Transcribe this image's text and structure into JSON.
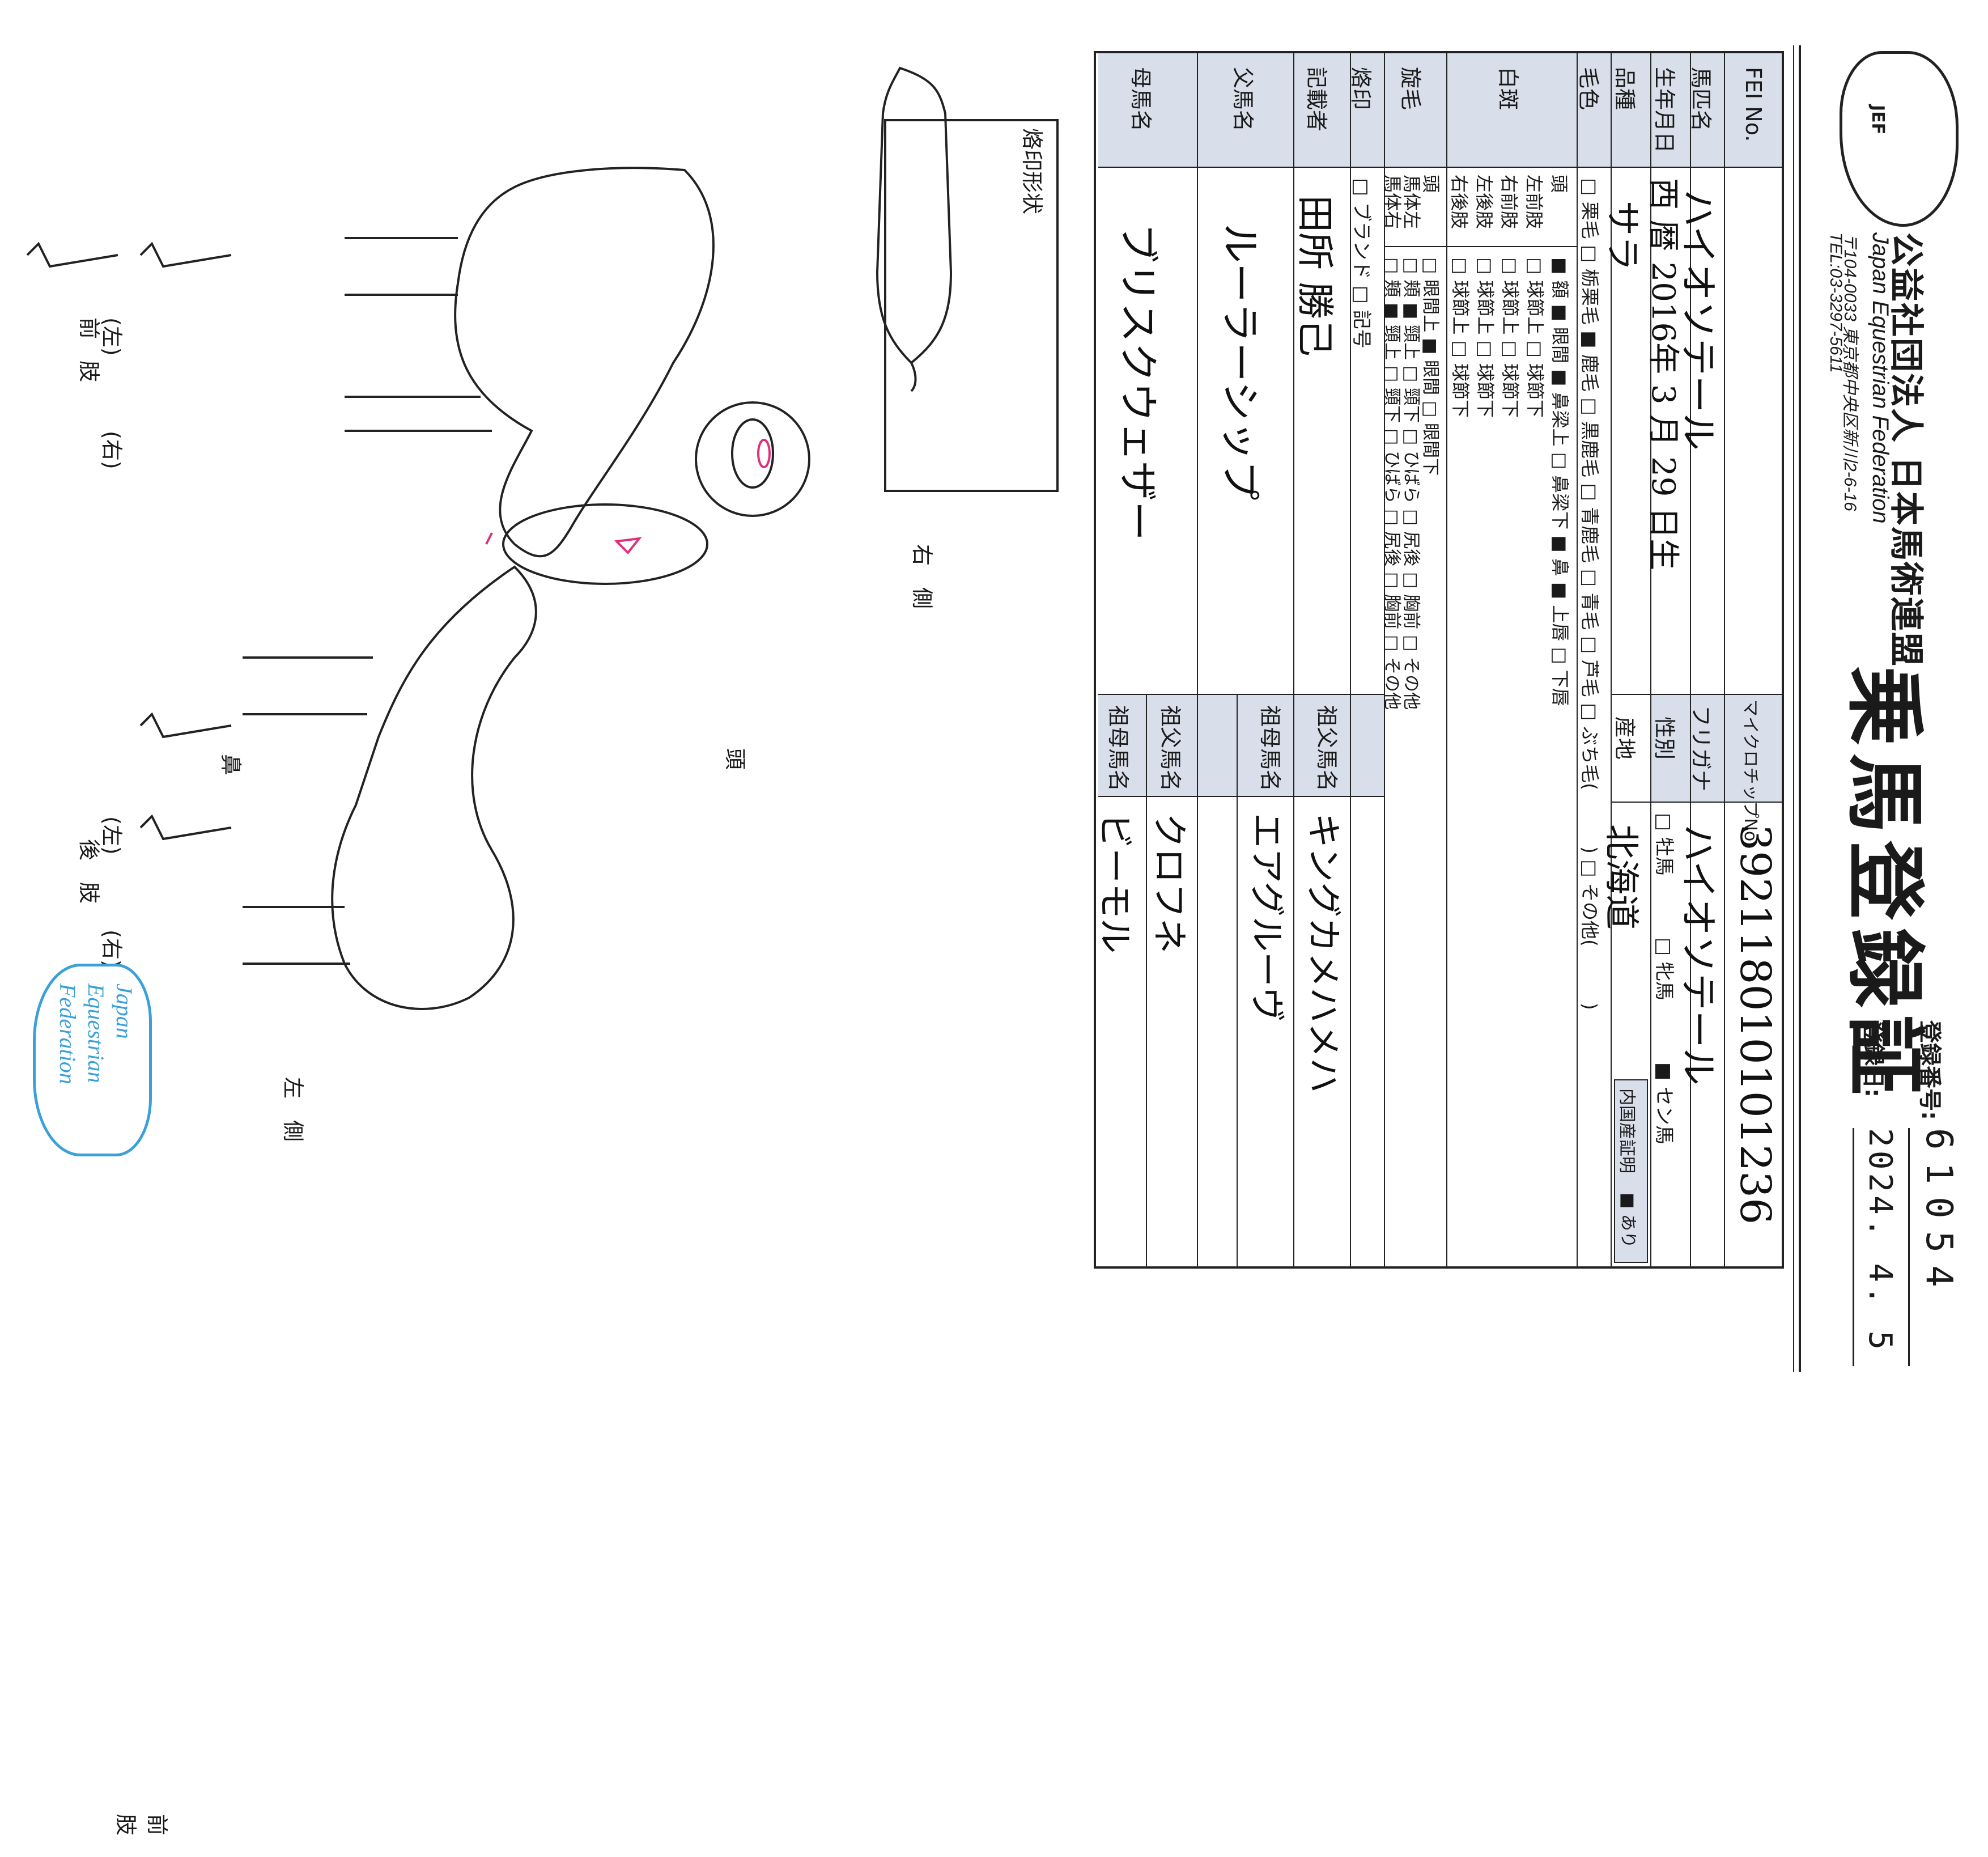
{
  "header": {
    "logo_text": "JEF",
    "federation_name_jp": "公益社団法人 日本馬術連盟",
    "federation_name_en": "Japan Equestrian Federation",
    "address": "〒104-0033 東京都中央区新川2-6-16",
    "tel": "TEL:03-3297-5611",
    "title": "乗馬登録証",
    "registration_number_label": "登録番号:",
    "registration_number": "61054",
    "registration_date_label": "登録日:",
    "registration_date": "2024. 4. 5"
  },
  "form": {
    "fei_no_label": "FEI No.",
    "fei_no": "",
    "microchip_label": "マイクロチップNo.",
    "microchip_no": "392118010101236",
    "horse_name_label": "馬匹名",
    "horse_name": "ハイオソテール",
    "furigana_label": "フリガナ",
    "furigana": "ハイオソテール",
    "birth_date_label": "生年月日",
    "birth_date": "西 暦 2016年 3 月 29 日生",
    "sex_label": "性別",
    "sex_options": [
      "□ 牡馬",
      "□ 牝馬",
      "■ セン馬"
    ],
    "breed_label": "品種",
    "breed": "サラ",
    "origin_label": "産地",
    "origin": "北海道",
    "domestic_proof_label": "内国産証明",
    "domestic_proof_value": "■ あり",
    "coat_label": "毛色",
    "coat_options_line1": "□ 栗毛 □ 栃栗毛 ■ 鹿毛 □ 黒鹿毛 □ 青鹿毛 □ 青毛 □ 芦毛 □ ぶち毛(　　　) □ その他(　　　)",
    "white_marks_label": "白斑",
    "white_marks_rows": [
      {
        "label": "頭",
        "options": "■ 額 ■ 眼間 ■ 鼻梁上 □ 鼻梁下 ■ 鼻 ■ 上唇 □ 下唇"
      },
      {
        "label": "左前肢",
        "options": "□ 球節上 □ 球節下"
      },
      {
        "label": "右前肢",
        "options": "□ 球節上 □ 球節下"
      },
      {
        "label": "左後肢",
        "options": "□ 球節上 □ 球節下"
      },
      {
        "label": "右後肢",
        "options": "□ 球節上 □ 球節下"
      }
    ],
    "whorls_label": "旋毛",
    "whorl_rows": [
      {
        "label": "頭",
        "options": "□ 眼間上 ■ 眼間 □ 眼間下"
      },
      {
        "label": "馬体左",
        "options": "□ 頬 ■ 頸上 □ 頸下 □ ひばら □ 尻後 □ 胸前 □ その他"
      },
      {
        "label": "馬体右",
        "options": "□ 頬 ■ 頸上 □ 頸下 □ ひばら □ 尻後 □ 胸前 □ その他"
      }
    ],
    "brand_label": "烙印",
    "brand_options": "□ ブランド □ 記号",
    "recorder_label": "記載者",
    "recorder": "田所 勝己",
    "sire_label": "父馬名",
    "sire": "ルーラーシップ",
    "grandsire_p_label": "祖父馬名",
    "grandsire_p": "キングカメハメハ",
    "granddam_p_label": "祖母馬名",
    "granddam_p": "エアグルーヴ",
    "dam_label": "母馬名",
    "dam": "ブリスクウェザー",
    "grandsire_m_label": "祖父馬名",
    "grandsire_m": "クロフネ",
    "granddam_m_label": "祖母馬名",
    "granddam_m": "ビーモル"
  },
  "diagrams": {
    "brand_shape_label": "烙印形状",
    "right_side_label": "右　側",
    "left_side_label": "左　側",
    "head_label": "頭",
    "nose_label": "鼻",
    "forelegs_label": "前　肢",
    "hindlegs_label": "後　肢",
    "left_mark": "(左)",
    "right_mark": "(右)"
  },
  "stamp": {
    "line1": "Japan",
    "line2": "Equestrian",
    "line3": "Federation",
    "color": "#3aa0d8"
  },
  "colors": {
    "header_fill": "#d8deea",
    "marking_red": "#e0307a"
  }
}
